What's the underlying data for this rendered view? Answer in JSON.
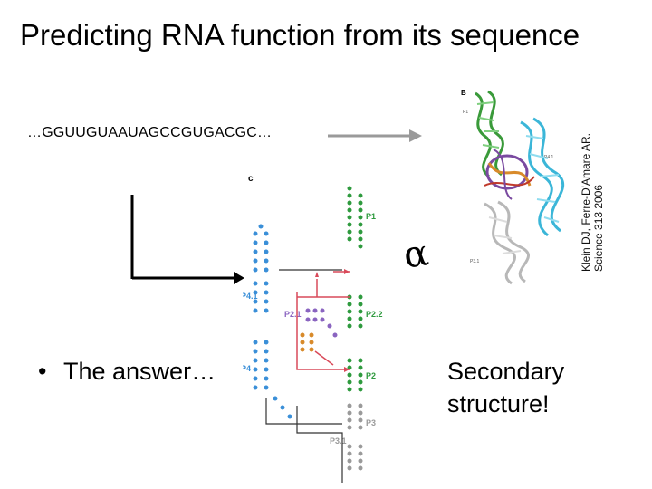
{
  "slide": {
    "title": "Predicting RNA function from its sequence",
    "sequence": "…GGUUGUAAUAGCCGUGACGC…",
    "citation_line1": "Klein DJ, Ferre-D'Amare AR.",
    "citation_line2": "Science 313 2006",
    "bullet_symbol": "•",
    "bullet_text": "The answer…",
    "answer_text": "Secondary structure!",
    "alpha_symbol": "α",
    "figure_label_b": "B",
    "figure_label_c": "c",
    "colors": {
      "arrow_gray": "#9a9a9a",
      "helix_green": "#3a9a3a",
      "helix_cyan": "#3bb6d8",
      "helix_purple": "#7a4aa0",
      "helix_orange": "#d88a2a",
      "helix_gray": "#b8b8b8",
      "p1_green": "#2e9a3e",
      "p4_blue": "#3a8fd8",
      "p2_pink": "#d94a5a",
      "p21_purple": "#8a64c0",
      "p3_gray": "#9a9a9a"
    },
    "helix_labels": [
      "P1",
      "P2.2",
      "P2",
      "P4",
      "P4.1",
      "P2.1",
      "P3",
      "P3.1"
    ]
  }
}
